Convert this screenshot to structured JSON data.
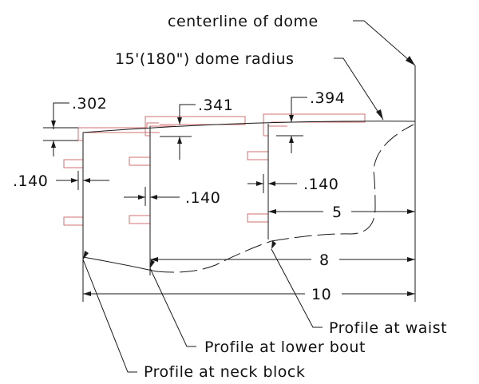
{
  "colors": {
    "line": "#1a1a1a",
    "fixture": "#d07070",
    "background": "#ffffff"
  },
  "labels": {
    "centerline": "centerline of dome",
    "dome_radius": "15'(180\") dome radius",
    "dim_302": ".302",
    "dim_341": ".341",
    "dim_394": ".394",
    "dim_140_neck": ".140",
    "dim_140_lower": ".140",
    "dim_140_waist": ".140",
    "dim_5": "5",
    "dim_8": "8",
    "dim_10": "10",
    "profile_waist": "Profile at waist",
    "profile_lower_bout": "Profile at lower bout",
    "profile_neck_block": "Profile at neck block"
  }
}
